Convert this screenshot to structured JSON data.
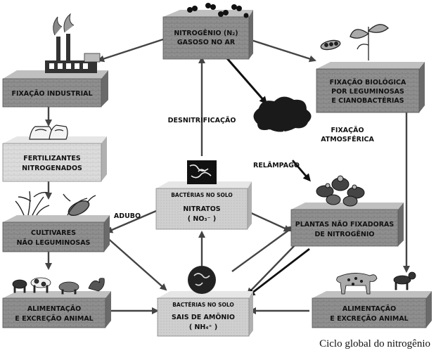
{
  "boxes": {
    "n2": {
      "line1": "NITROGÊNIO (N₂)",
      "line2": "GASOSO NO AR"
    },
    "industrial": {
      "line1": "FIXAÇÃO INDUSTRIAL"
    },
    "biological": {
      "line1": "FIXAÇÃO BIOLÓGICA",
      "line2": "POR LEGUMINOSAS",
      "line3": "E CIANOBACTÉRIAS"
    },
    "fertilizers": {
      "line1": "FERTILIZANTES",
      "line2": "NITROGENADOS"
    },
    "nitrates": {
      "tag": "BACTÉRIAS NO SOLO",
      "line1": "NITRATOS",
      "line2": "( NO₃⁻ )"
    },
    "plants": {
      "line1": "PLANTAS NÃO FIXADORAS",
      "line2": "DE NITROGÊNIO"
    },
    "crops": {
      "line1": "CULTIVARES",
      "line2": "NÃO LEGUMINOSAS"
    },
    "animal_left": {
      "line1": "ALIMENTAÇÃO",
      "line2": "E EXCREÇÃO ANIMAL"
    },
    "ammonium": {
      "tag": "BACTÉRIAS NO SOLO",
      "line1": "SAIS DE AMÔNIO",
      "line2": "( NH₄⁺ )"
    },
    "animal_right": {
      "line1": "ALIMENTAÇÃO",
      "line2": "E EXCREÇÃO ANIMAL"
    }
  },
  "labels": {
    "denitrification": "DESNITRIFICAÇÃO",
    "atm_line1": "FIXAÇÃO",
    "atm_line2": "ATMOSFÉRICA",
    "lightning": "RELÂMPAGO",
    "manure": "ADUBO"
  },
  "caption": "Ciclo global do nitrogênio",
  "colors": {
    "box_face": "#9a9a9a",
    "box_top": "#c8c8c8",
    "box_side": "#6e6e6e",
    "light_face": "#dcdcdc",
    "arrow": "#444444"
  },
  "icons": [
    "factory-icon",
    "fertilizer-bag-icon",
    "corn-icon",
    "farm-animals-icon",
    "nitrogen-molecules-icon",
    "legume-plant-icon",
    "storm-cloud-icon",
    "plant-icon",
    "jaguar-icon",
    "dog-icon",
    "bacteria-micrograph-icon"
  ]
}
